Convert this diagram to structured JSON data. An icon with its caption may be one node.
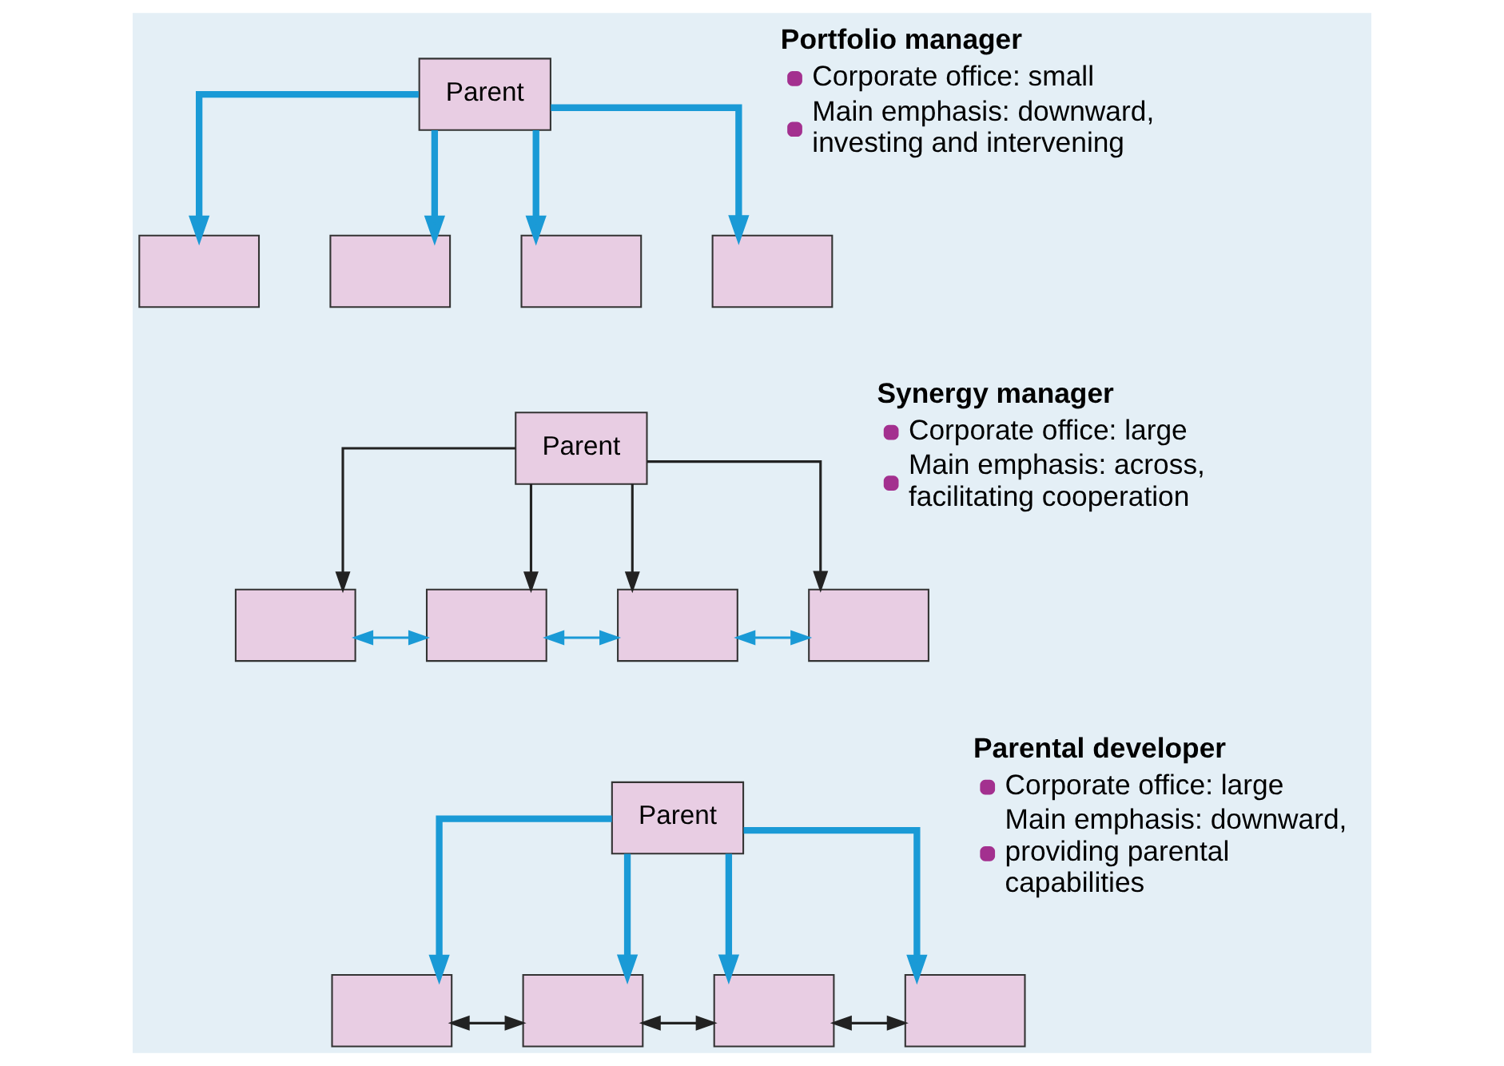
{
  "diagram": {
    "nodes": [
      {
        "text": [
          "Parent"
        ]
      },
      {
        "text": [],
        "shape": "box"
      },
      {
        "text": [],
        "shape": "box"
      },
      {
        "text": [],
        "shape": "box"
      },
      {
        "text": [],
        "shape": "box"
      },
      {
        "text": [
          "Parent"
        ]
      },
      {
        "text": [],
        "shape": "box"
      },
      {
        "text": [],
        "shape": "box"
      },
      {
        "text": [],
        "shape": "box"
      },
      {
        "text": [],
        "shape": "box"
      },
      {
        "text": [
          "Parent"
        ]
      },
      {
        "text": [],
        "shape": "box"
      },
      {
        "text": [],
        "shape": "box"
      },
      {
        "text": [],
        "shape": "box"
      },
      {
        "text": [],
        "shape": "box"
      }
    ],
    "edges": [
      {
        "from": 0,
        "to": 1,
        "arrow": "to",
        "style": "thick"
      },
      {
        "from": 0,
        "to": 2,
        "arrow": "to",
        "style": "thick"
      },
      {
        "from": 0,
        "to": 3,
        "arrow": "to",
        "style": "thick"
      },
      {
        "from": 0,
        "to": 4,
        "arrow": "to",
        "style": "thick"
      },
      {
        "from": 5,
        "to": 6,
        "arrow": "to",
        "color": "#222222"
      },
      {
        "from": 5,
        "to": 7,
        "arrow": "to",
        "color": "#222222"
      },
      {
        "from": 5,
        "to": 8,
        "arrow": "to",
        "color": "#222222"
      },
      {
        "from": 5,
        "to": 9,
        "arrow": "to",
        "color": "#222222"
      },
      {
        "from": 6,
        "to": 7,
        "arrow": "both"
      },
      {
        "from": 7,
        "to": 8,
        "arrow": "both"
      },
      {
        "from": 8,
        "to": 9,
        "arrow": "both"
      },
      {
        "from": 10,
        "to": 11,
        "arrow": "to",
        "style": "thick"
      },
      {
        "from": 10,
        "to": 12,
        "arrow": "to",
        "style": "thick"
      },
      {
        "from": 10,
        "to": 13,
        "arrow": "to",
        "style": "thick"
      },
      {
        "from": 10,
        "to": 14,
        "arrow": "to",
        "style": "thick"
      },
      {
        "from": 11,
        "to": 12,
        "arrow": "both",
        "color": "#222222"
      },
      {
        "from": 12,
        "to": 13,
        "arrow": "both",
        "color": "#222222"
      },
      {
        "from": 13,
        "to": 14,
        "arrow": "both",
        "color": "#222222"
      }
    ],
    "labels": [
      "Portfolio manager",
      "Corporate office: small",
      "Main emphasis: downward, investing and intervening",
      "Synergy manager",
      "Corporate office: large",
      "Main emphasis: across, facilitating cooperation",
      "Parental developer",
      "Corporate office: large",
      "Main emphasis: downward, providing parental capabilities"
    ]
  }
}
